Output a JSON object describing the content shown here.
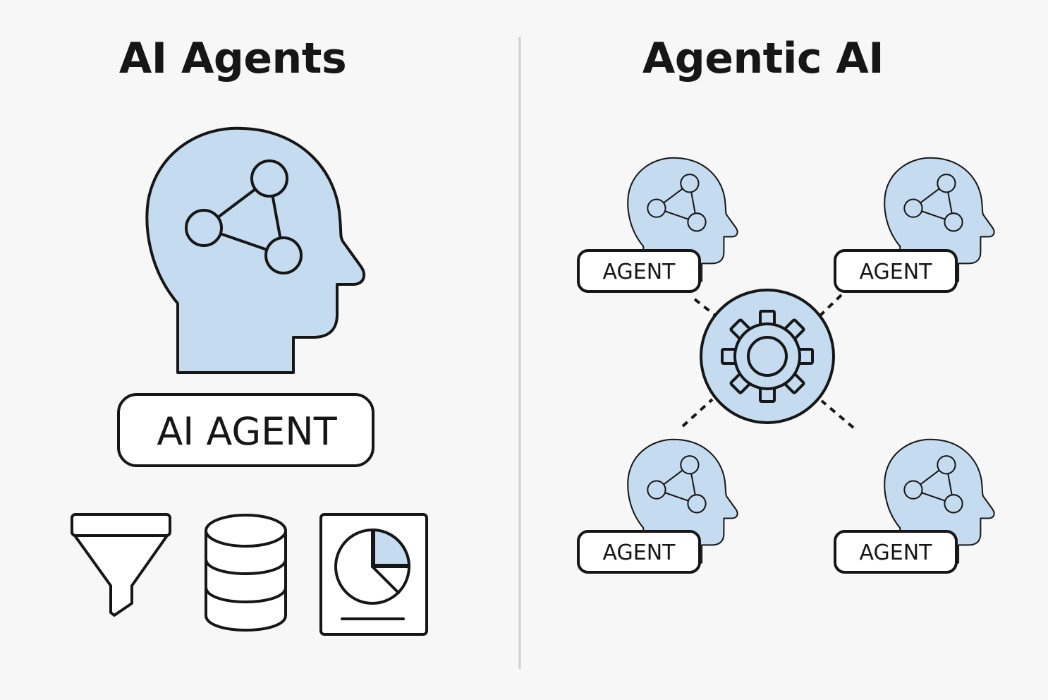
{
  "left": {
    "title": "AI Agents",
    "agent_label": "AI AGENT",
    "tools": [
      "funnel-icon",
      "database-icon",
      "report-chart-icon"
    ]
  },
  "right": {
    "title": "Agentic AI",
    "agents": [
      {
        "label": "AGENT"
      },
      {
        "label": "AGENT"
      },
      {
        "label": "AGENT"
      },
      {
        "label": "AGENT"
      }
    ],
    "hub": "gear-icon"
  },
  "colors": {
    "fill": "#c5dcf0",
    "stroke": "#161616",
    "background": "#f7f7f8",
    "divider": "#cfcfcf"
  }
}
